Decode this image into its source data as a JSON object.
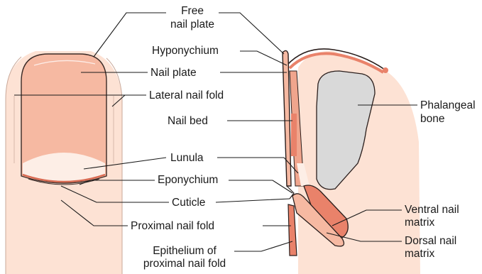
{
  "labels": {
    "free_nail_plate": "Free\nnail plate",
    "hyponychium": "Hyponychium",
    "nail_plate": "Nail plate",
    "lateral_nail_fold": "Lateral nail fold",
    "nail_bed": "Nail bed",
    "lunula": "Lunula",
    "eponychium": "Eponychium",
    "cuticle": "Cuticle",
    "proximal_nail_fold": "Proximal nail fold",
    "epithelium_proximal_nail_fold": "Epithelium of\nproximal nail fold",
    "phalangeal_bone": "Phalangeal\nbone",
    "ventral_nail_matrix": "Ventral nail\nmatrix",
    "dorsal_nail_matrix": "Dorsal nail\nmatrix"
  },
  "colors": {
    "skin": "#fde2d4",
    "nail_plate": "#f6b9a2",
    "nail_plate_edge": "#3a2a26",
    "lunula": "#fdeee6",
    "matrix": "#e9826a",
    "bone": "#d9d9d9",
    "outline": "#2a1e1c"
  }
}
